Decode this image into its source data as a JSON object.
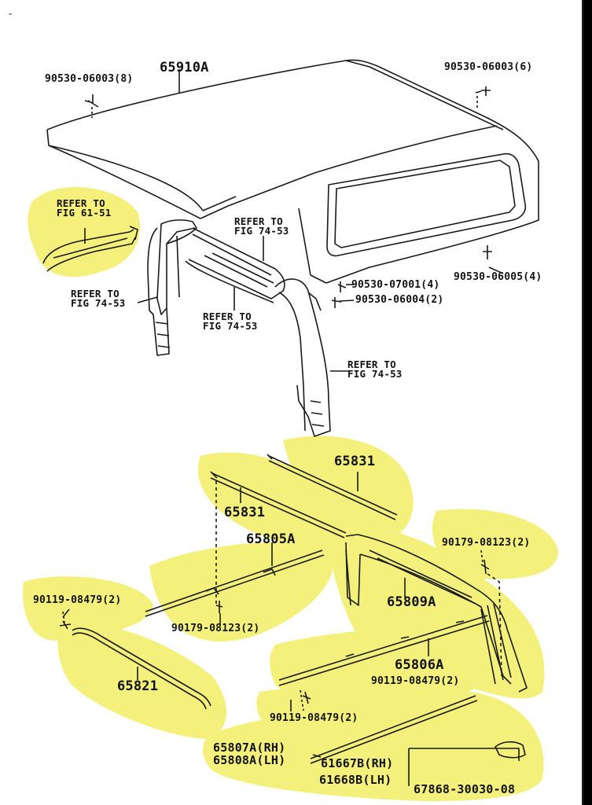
{
  "diagram": {
    "corner_mark": "-",
    "highlight_color": "#f3ef70",
    "line_color": "#1a1a1a",
    "upper": {
      "shell_part": "65910A",
      "bolt_left": "90530-06003(8)",
      "bolt_right": "90530-06003(6)",
      "ref_61_51": "REFER TO\nFIG 61-51",
      "ref_74_53_top": "REFER TO\nFIG 74-53",
      "ref_74_53_left": "REFER TO\nFIG 74-53",
      "ref_74_53_mid": "REFER TO\nFIG 74-53",
      "ref_74_53_right": "REFER TO\nFIG 74-53",
      "bolt_07001": "90530-07001(4)",
      "bolt_06004": "90530-06004(2)",
      "bolt_06005": "90530-06005(4)"
    },
    "lower": {
      "bar_65831_top": "65831",
      "bar_65831_left": "65831",
      "bar_65805A": "65805A",
      "frame_65809A": "65809A",
      "bar_65806A": "65806A",
      "bar_65821": "65821",
      "nut_08123_right": "90179-08123(2)",
      "nut_08123_mid": "90179-08123(2)",
      "bolt_08479_left": "90119-08479(2)",
      "bolt_08479_right": "90119-08479(2)",
      "bolt_08479_bottom": "90119-08479(2)",
      "rail_rh": "65807A(RH)",
      "rail_lh": "65808A(LH)",
      "seal_rh": "61667B(RH)",
      "seal_lh": "61668B(LH)",
      "clip": "67868-30030-08"
    }
  }
}
